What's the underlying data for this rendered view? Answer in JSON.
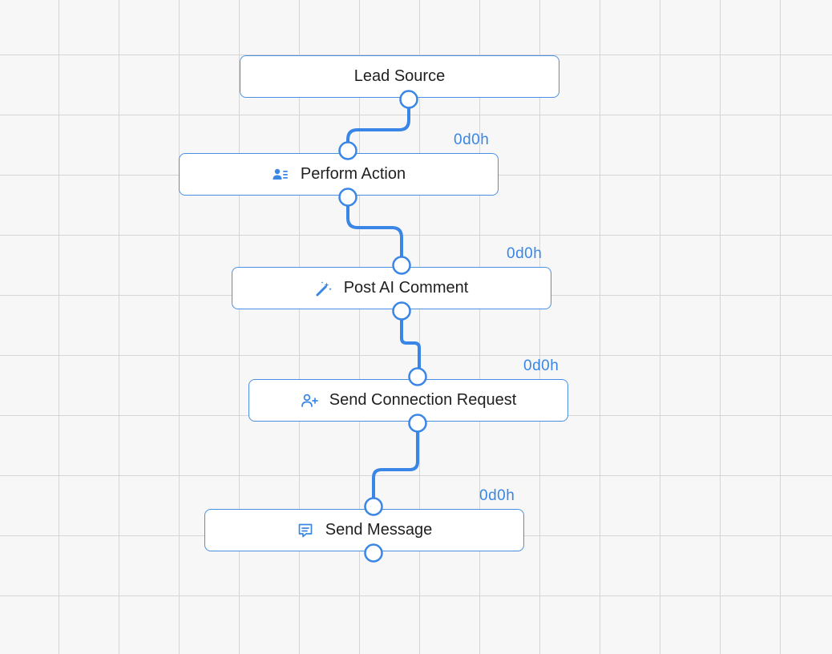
{
  "colors": {
    "accent": "#3a86e6",
    "node_border": "#4a90e2",
    "node_background": "#ffffff",
    "grid_line": "#d6d6d6",
    "canvas_background": "#f7f7f7"
  },
  "nodes": [
    {
      "label": "Lead Source",
      "icon": "",
      "delay": ""
    },
    {
      "label": "Perform Action",
      "icon": "user-list-icon",
      "delay": "0d0h"
    },
    {
      "label": "Post AI Comment",
      "icon": "magic-wand-icon",
      "delay": "0d0h"
    },
    {
      "label": "Send Connection Request",
      "icon": "user-plus-icon",
      "delay": "0d0h"
    },
    {
      "label": "Send Message",
      "icon": "message-icon",
      "delay": "0d0h"
    }
  ]
}
